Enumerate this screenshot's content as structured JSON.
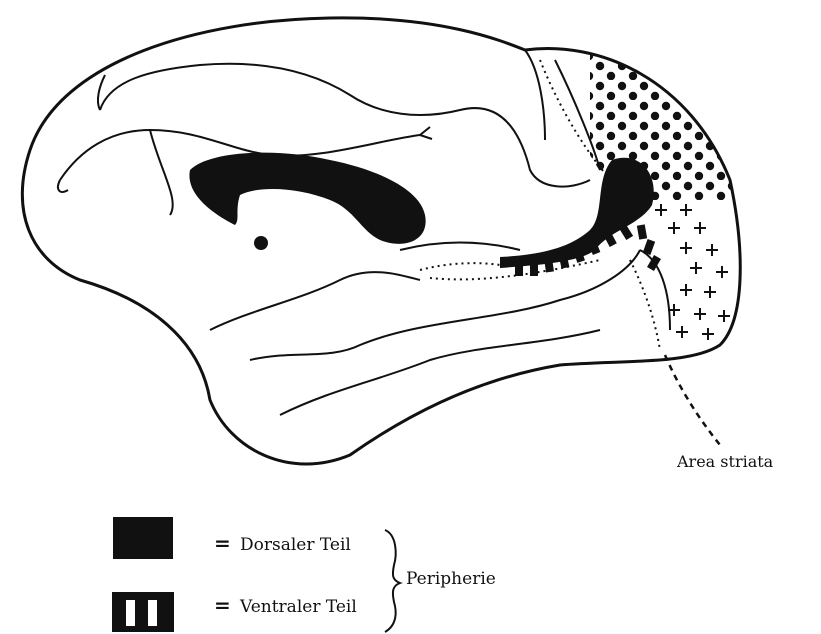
{
  "figure": {
    "area_label": "Area striata"
  },
  "legend": {
    "items": [
      {
        "symbol": "=",
        "label": "Dorsaler Teil"
      },
      {
        "symbol": "=",
        "label": "Ventraler Teil"
      }
    ],
    "group_label": "Peripherie"
  }
}
